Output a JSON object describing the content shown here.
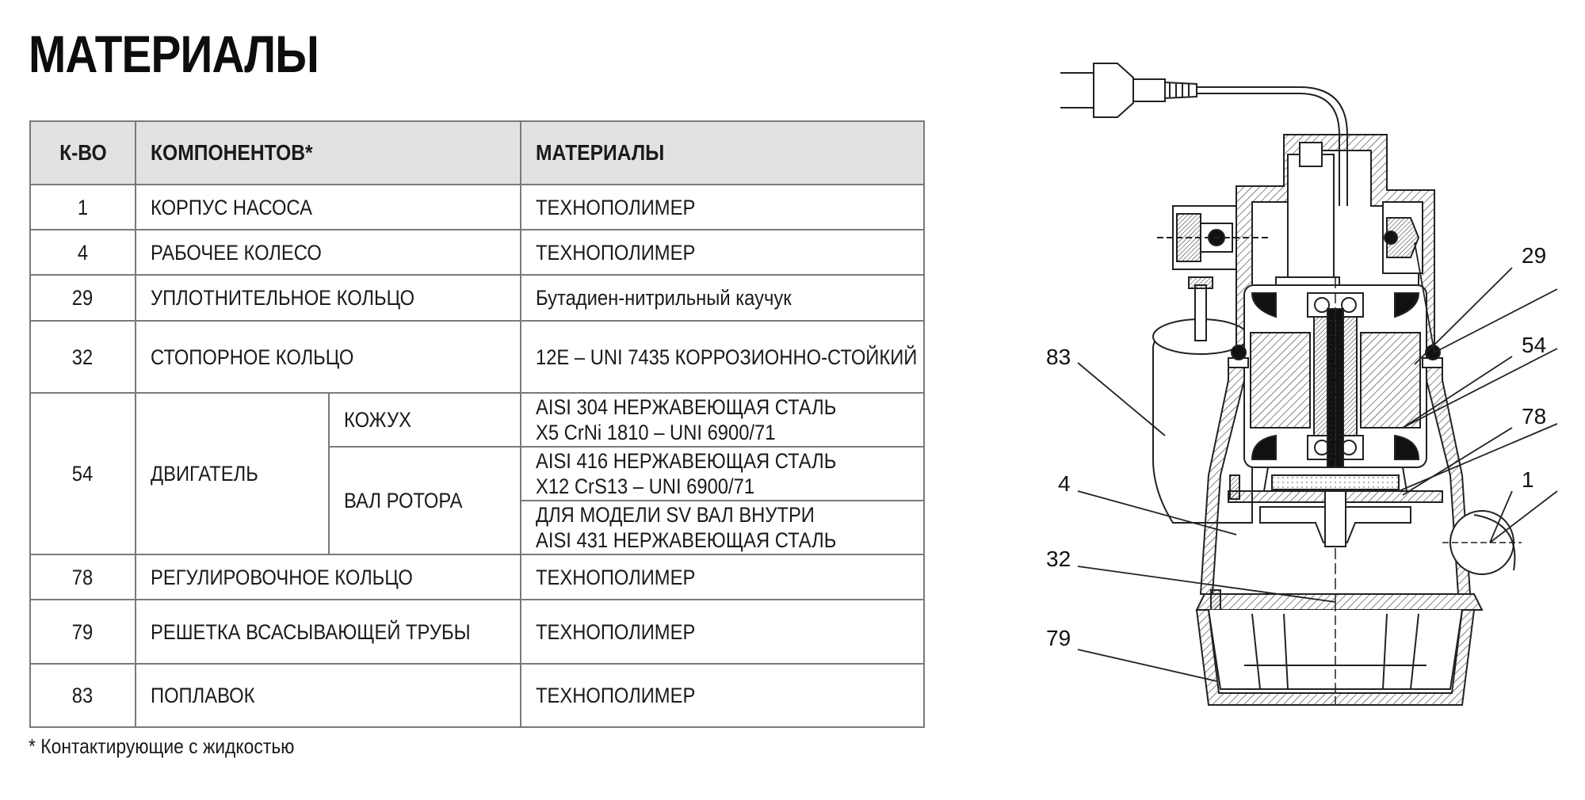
{
  "title": "МАТЕРИАЛЫ",
  "table": {
    "headers": [
      "К-ВО",
      "КОМПОНЕНТОВ*",
      "МАТЕРИАЛЫ"
    ],
    "rows": {
      "r1": {
        "num": "1",
        "component": "КОРПУС НАСОСА",
        "material": "ТЕХНОПОЛИМЕР"
      },
      "r4": {
        "num": "4",
        "component": "РАБОЧЕЕ КОЛЕСО",
        "material": "ТЕХНОПОЛИМЕР"
      },
      "r29": {
        "num": "29",
        "component": "УПЛОТНИТЕЛЬНОЕ КОЛЬЦО",
        "material": "Бутадиен-нитрильный каучук"
      },
      "r32": {
        "num": "32",
        "component": "СТОПОРНОЕ КОЛЬЦО",
        "material": "12E – UNI 7435 КОРРОЗИОННО-СТОЙКИЙ"
      },
      "r54": {
        "num": "54",
        "component": "ДВИГАТЕЛЬ",
        "casing": {
          "label": "КОЖУХ",
          "material_line1": "AISI 304 НЕРЖАВЕЮЩАЯ СТАЛЬ",
          "material_line2": "X5 CrNi 1810 – UNI 6900/71"
        },
        "shaft": {
          "label": "ВАЛ РОТОРА",
          "material_a_line1": "AISI 416 НЕРЖАВЕЮЩАЯ СТАЛЬ",
          "material_a_line2": "X12 CrS13 – UNI 6900/71",
          "material_b_line1": "ДЛЯ МОДЕЛИ SV ВАЛ ВНУТРИ",
          "material_b_line2": "AISI 431 НЕРЖАВЕЮЩАЯ СТАЛЬ"
        }
      },
      "r78": {
        "num": "78",
        "component": "РЕГУЛИРОВОЧНОЕ КОЛЬЦО",
        "material": "ТЕХНОПОЛИМЕР"
      },
      "r79": {
        "num": "79",
        "component": "РЕШЕТКА ВСАСЫВАЮЩЕЙ ТРУБЫ",
        "material": "ТЕХНОПОЛИМЕР"
      },
      "r83": {
        "num": "83",
        "component": "ПОПЛАВОК",
        "material": "ТЕХНОПОЛИМЕР"
      }
    }
  },
  "footnote": "* Контактирующие с жидкостью",
  "diagram": {
    "callouts": {
      "c29": "29",
      "c54": "54",
      "c78": "78",
      "c1": "1",
      "c83": "83",
      "c4": "4",
      "c32": "32",
      "c79": "79"
    }
  }
}
